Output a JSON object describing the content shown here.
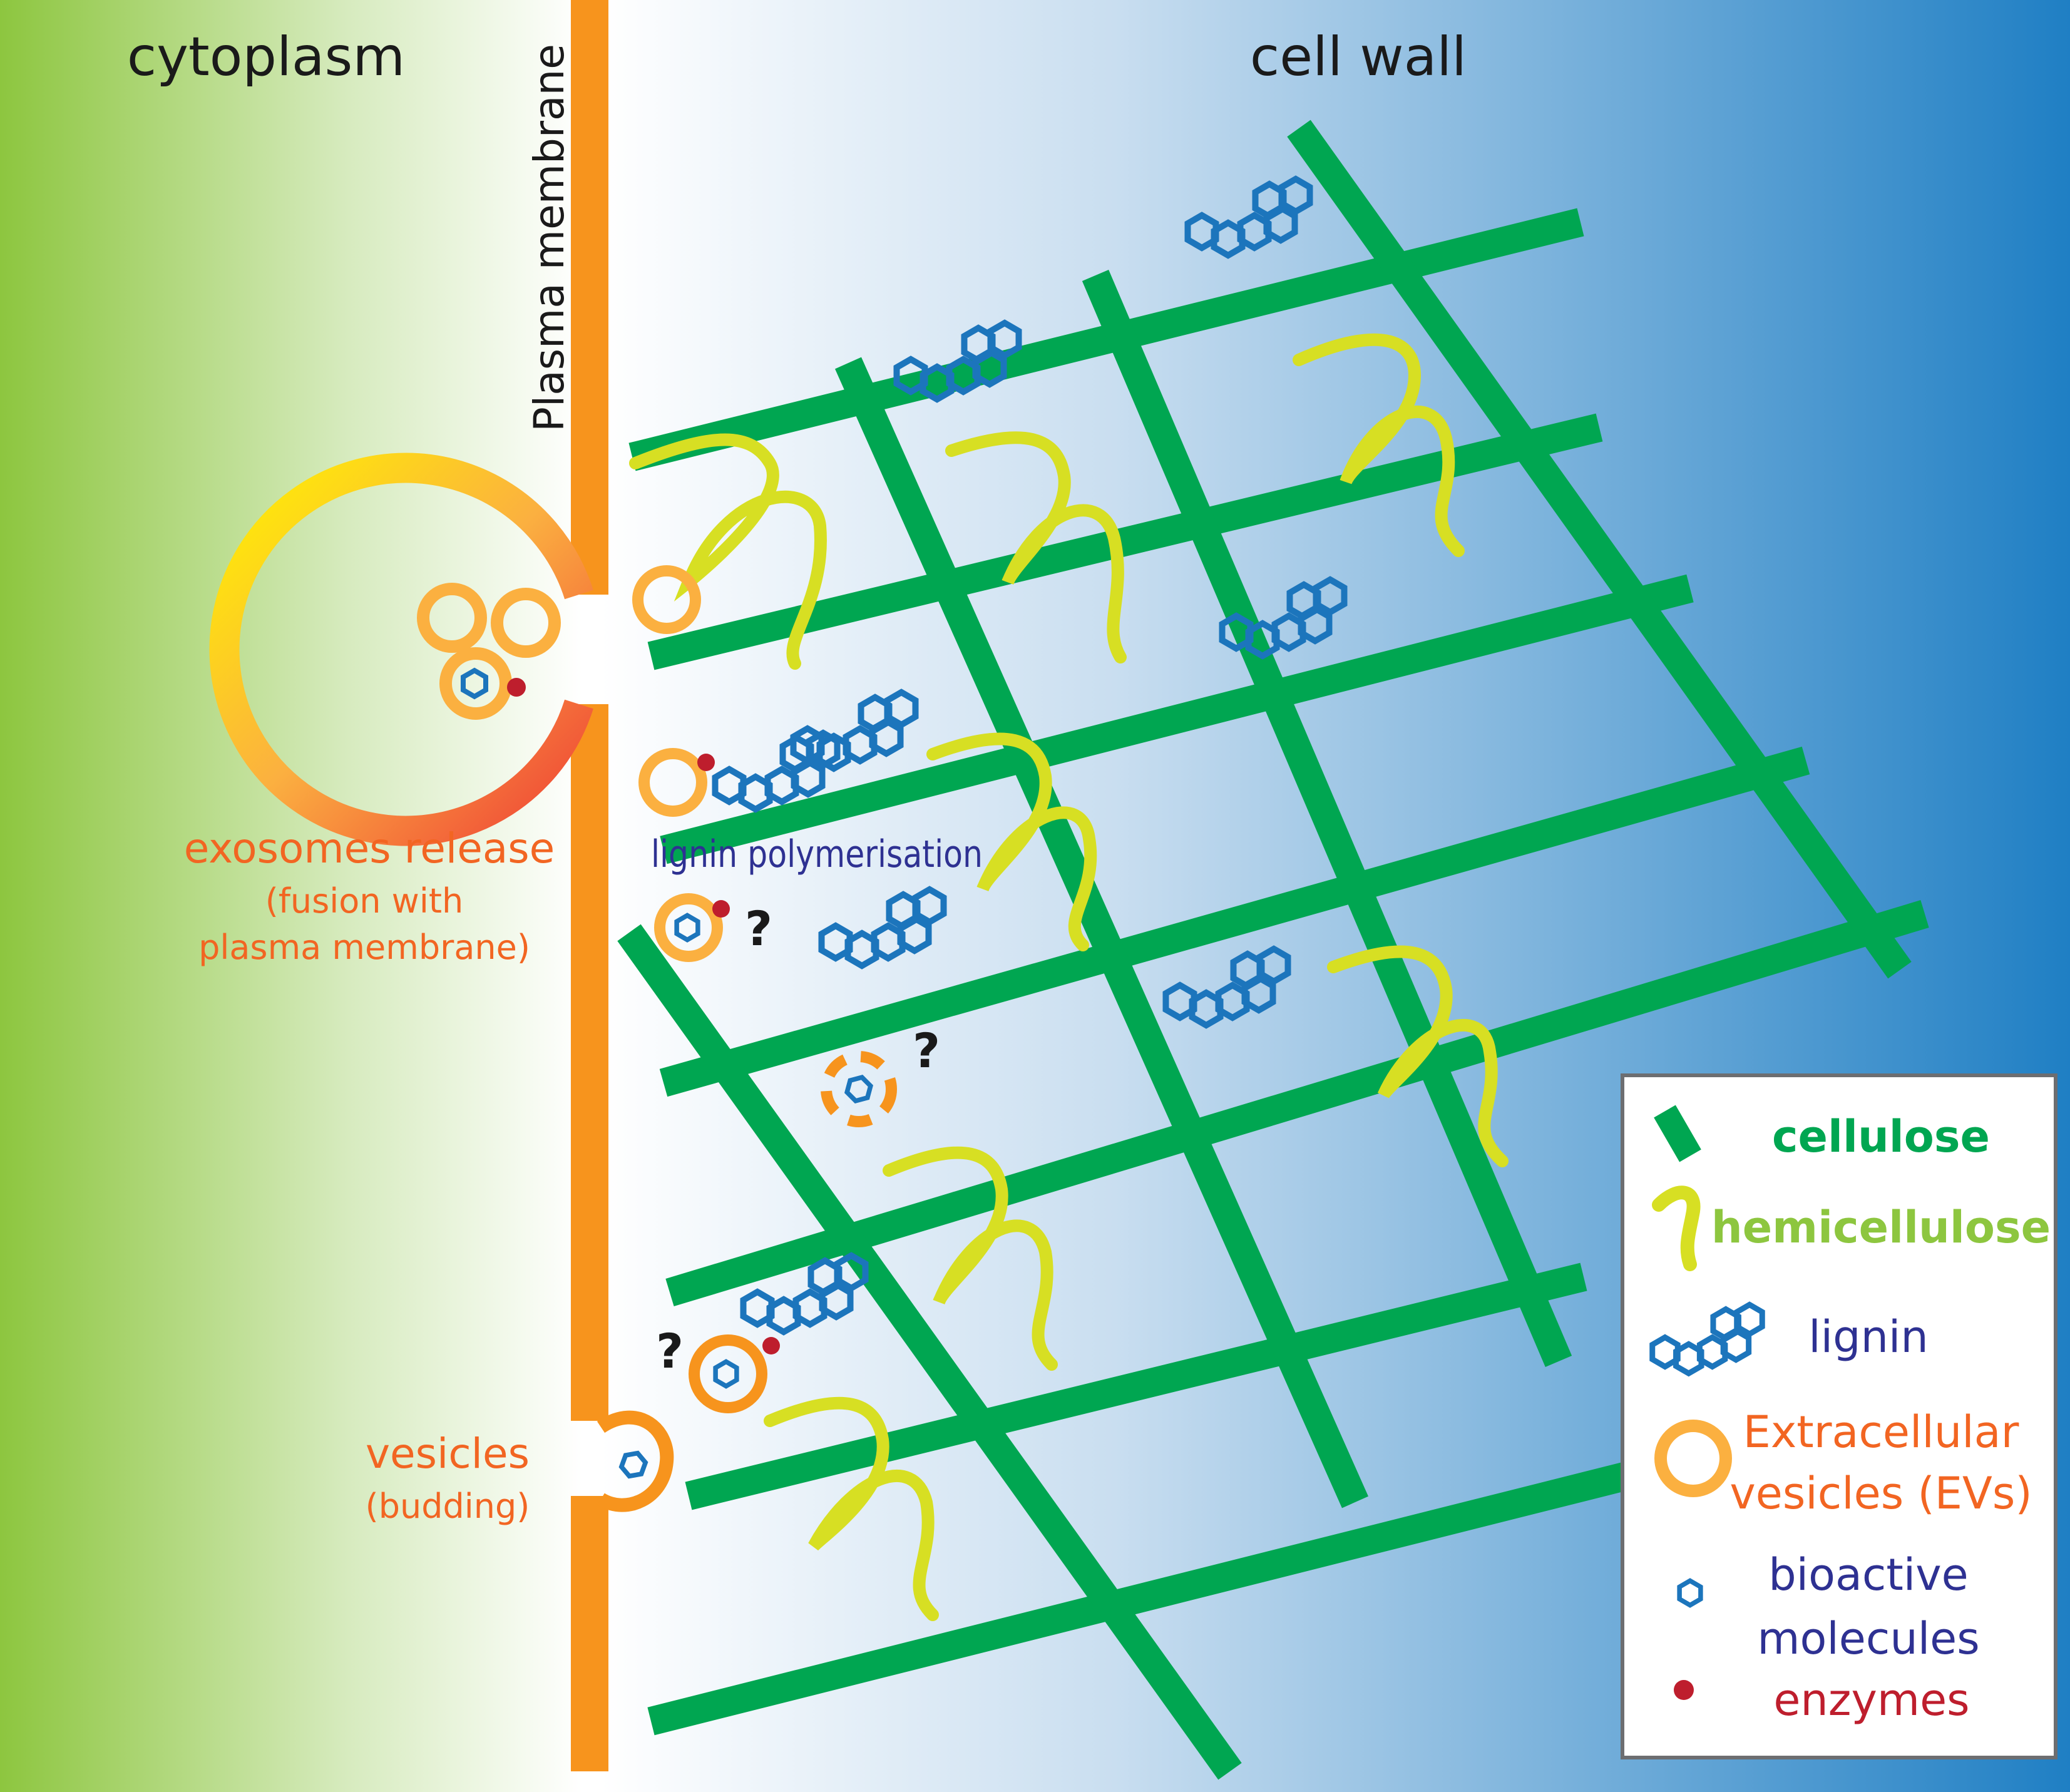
{
  "regions": {
    "cytoplasm": "cytoplasm",
    "cell_wall": "cell wall",
    "plasma_membrane": "Plasma membrane"
  },
  "labels": {
    "exosomes_release": "exosomes release",
    "exosomes_note_1": "(fusion with",
    "exosomes_note_2": "plasma membrane)",
    "vesicles": "vesicles",
    "vesicles_note": "(budding)",
    "lignin_polymerisation": "lignin polymerisation",
    "question_mark": "?"
  },
  "legend": {
    "cellulose": "cellulose",
    "hemicellulose": "hemicellulose",
    "lignin": "lignin",
    "evs_line1": "Extracellular",
    "evs_line2": "vesicles (EVs)",
    "bioactive_line1": "bioactive",
    "bioactive_line2": "molecules",
    "enzymes": "enzymes"
  },
  "colors": {
    "cytoplasm_green": "#8dc63f",
    "wall_blue": "#1f7fc4",
    "membrane_orange": "#f7941d",
    "cellulose_green": "#00a651",
    "hemicellulose_yellow": "#d7df23",
    "lignin_blue": "#1c75bc",
    "ev_orange": "#fbb040",
    "enzyme_red": "#be1e2d",
    "label_orange": "#f26522",
    "label_navy": "#2e3192"
  }
}
